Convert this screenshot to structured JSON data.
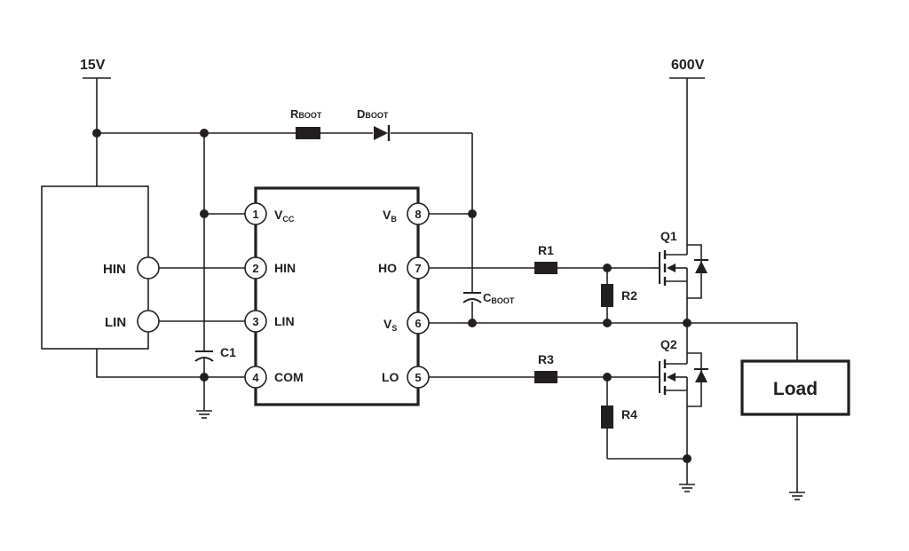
{
  "supplies": {
    "vcc": "15V",
    "hv": "600V"
  },
  "controller": {
    "hin": "HIN",
    "lin": "LIN"
  },
  "ic_pins": [
    {
      "num": "1",
      "name": "V",
      "sub": "CC"
    },
    {
      "num": "2",
      "name": "HIN",
      "sub": ""
    },
    {
      "num": "3",
      "name": "LIN",
      "sub": ""
    },
    {
      "num": "4",
      "name": "COM",
      "sub": ""
    },
    {
      "num": "8",
      "name": "V",
      "sub": "B"
    },
    {
      "num": "7",
      "name": "HO",
      "sub": ""
    },
    {
      "num": "6",
      "name": "V",
      "sub": "S"
    },
    {
      "num": "5",
      "name": "LO",
      "sub": ""
    }
  ],
  "components": {
    "rboot": {
      "main": "R",
      "sub": "BOOT"
    },
    "dboot": {
      "main": "D",
      "sub": "BOOT"
    },
    "cboot": {
      "main": "C",
      "sub": "BOOT"
    },
    "c1": "C1",
    "r1": "R1",
    "r2": "R2",
    "r3": "R3",
    "r4": "R4",
    "q1": "Q1",
    "q2": "Q2",
    "load": "Load"
  }
}
